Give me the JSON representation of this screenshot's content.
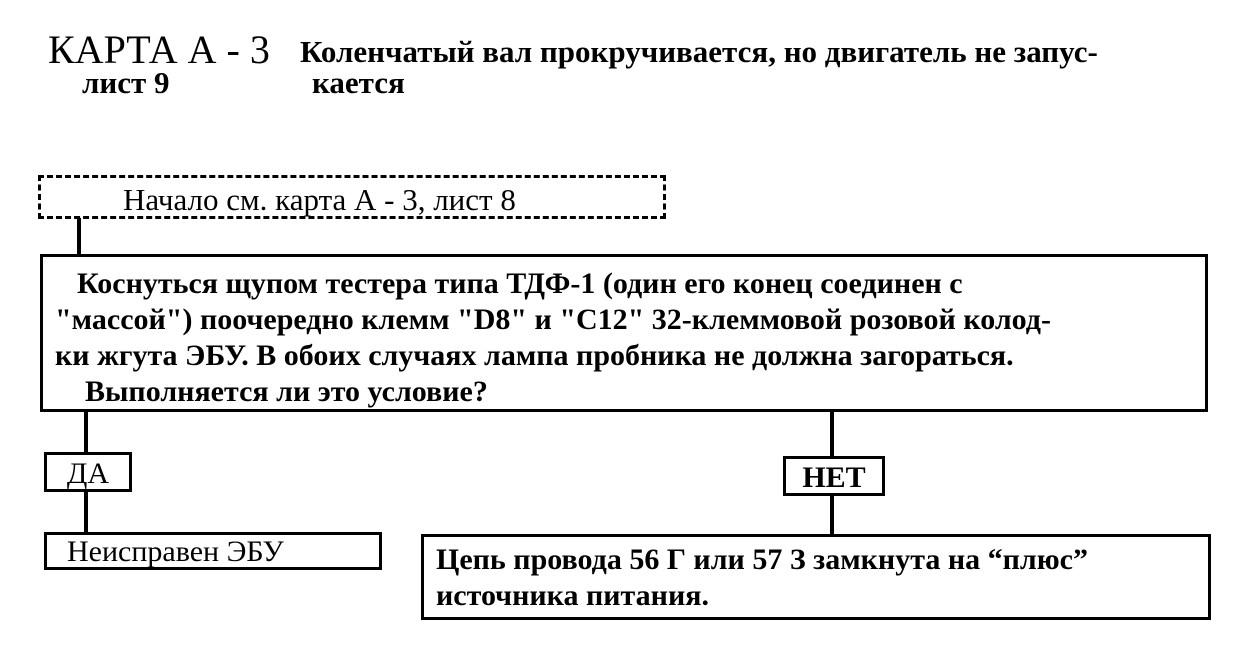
{
  "header": {
    "card": "КАРТА А - 3",
    "sheet": "лист 9",
    "title_line1": "Коленчатый вал прокручивается, но двигатель не запус-",
    "title_line2": "кается"
  },
  "flow": {
    "start": "Начало см. карта А - 3, лист 8",
    "question": {
      "lines": [
        "Коснуться щупом тестера типа ТДФ-1 (один его конец соединен с",
        "\"массой\") поочередно клемм \"D8\" и \"C12\" 32-клеммовой розовой колод-",
        "ки жгута ЭБУ. В обоих случаях лампа пробника не должна загораться.",
        "Выполняется ли это условие?"
      ]
    },
    "yes_label": "ДА",
    "no_label": "НЕТ",
    "yes_result": "Неисправен ЭБУ",
    "no_result": {
      "lines": [
        "Цепь провода 56 Г или 57 З замкнута на “плюс”",
        "источника питания."
      ]
    }
  }
}
